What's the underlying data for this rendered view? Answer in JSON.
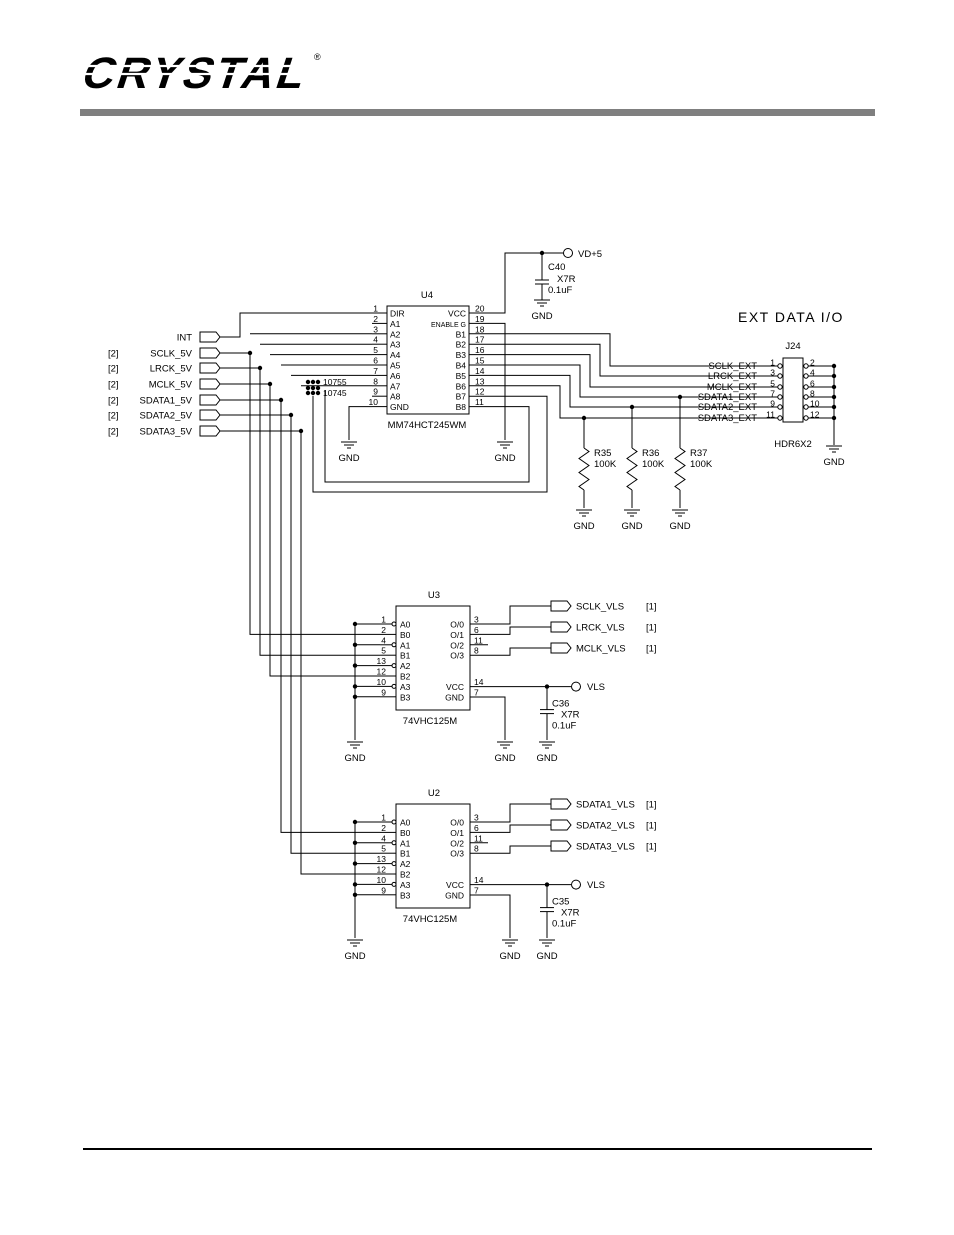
{
  "brand": {
    "logo_text": "CRYSTAL",
    "registered": "®"
  },
  "section_title": "EXT DATA I/O",
  "gnd": "GND",
  "vls": "VLS",
  "vd5": "VD+5",
  "ref1": "[1]",
  "ref2": "[2]",
  "inputs": [
    "INT",
    "SCLK_5V",
    "LRCK_5V",
    "MCLK_5V",
    "SDATA1_5V",
    "SDATA2_5V",
    "SDATA3_5V"
  ],
  "u4": {
    "ref": "U4",
    "part": "MM74HCT245WM",
    "left_pins": [
      {
        "num": "1",
        "name": "DIR"
      },
      {
        "num": "2",
        "name": "A1"
      },
      {
        "num": "3",
        "name": "A2"
      },
      {
        "num": "4",
        "name": "A3"
      },
      {
        "num": "5",
        "name": "A4"
      },
      {
        "num": "6",
        "name": "A5"
      },
      {
        "num": "7",
        "name": "A6"
      },
      {
        "num": "8",
        "name": "A7"
      },
      {
        "num": "9",
        "name": "A8"
      },
      {
        "num": "10",
        "name": "GND"
      }
    ],
    "right_pins": [
      {
        "num": "20",
        "name": "VCC"
      },
      {
        "num": "19",
        "name": "ENABLE G"
      },
      {
        "num": "18",
        "name": "B1"
      },
      {
        "num": "17",
        "name": "B2"
      },
      {
        "num": "16",
        "name": "B3"
      },
      {
        "num": "15",
        "name": "B4"
      },
      {
        "num": "14",
        "name": "B5"
      },
      {
        "num": "13",
        "name": "B6"
      },
      {
        "num": "12",
        "name": "B7"
      },
      {
        "num": "11",
        "name": "B8"
      }
    ],
    "net_tags": [
      "10755",
      "10745"
    ]
  },
  "c40": {
    "ref": "C40",
    "type": "X7R",
    "value": "0.1uF"
  },
  "j24": {
    "ref": "J24",
    "part": "HDR6X2",
    "signals": [
      {
        "name": "SCLK_EXT",
        "pin": "1",
        "pin2": "2"
      },
      {
        "name": "LRCK_EXT",
        "pin": "3",
        "pin2": "4"
      },
      {
        "name": "MCLK_EXT",
        "pin": "5",
        "pin2": "6"
      },
      {
        "name": "SDATA1_EXT",
        "pin": "7",
        "pin2": "8"
      },
      {
        "name": "SDATA2_EXT",
        "pin": "9",
        "pin2": "10"
      },
      {
        "name": "SDATA3_EXT",
        "pin": "11",
        "pin2": "12"
      }
    ]
  },
  "resistors": [
    {
      "ref": "R35",
      "value": "100K"
    },
    {
      "ref": "R36",
      "value": "100K"
    },
    {
      "ref": "R37",
      "value": "100K"
    }
  ],
  "u3": {
    "ref": "U3",
    "part": "74VHC125M",
    "left_pins": [
      {
        "num": "1",
        "name": "A0"
      },
      {
        "num": "2",
        "name": "B0"
      },
      {
        "num": "4",
        "name": "A1"
      },
      {
        "num": "5",
        "name": "B1"
      },
      {
        "num": "13",
        "name": "A2"
      },
      {
        "num": "12",
        "name": "B2"
      },
      {
        "num": "10",
        "name": "A3"
      },
      {
        "num": "9",
        "name": "B3"
      }
    ],
    "right_pins": [
      {
        "num": "3",
        "name": "O/0"
      },
      {
        "num": "6",
        "name": "O/1"
      },
      {
        "num": "11",
        "name": "O/2"
      },
      {
        "num": "8",
        "name": "O/3"
      },
      {
        "num": "14",
        "name": "VCC"
      },
      {
        "num": "7",
        "name": "GND"
      }
    ],
    "outputs": [
      "SCLK_VLS",
      "LRCK_VLS",
      "MCLK_VLS"
    ]
  },
  "c36": {
    "ref": "C36",
    "type": "X7R",
    "value": "0.1uF"
  },
  "u2": {
    "ref": "U2",
    "part": "74VHC125M",
    "left_pins": [
      {
        "num": "1",
        "name": "A0"
      },
      {
        "num": "2",
        "name": "B0"
      },
      {
        "num": "4",
        "name": "A1"
      },
      {
        "num": "5",
        "name": "B1"
      },
      {
        "num": "13",
        "name": "A2"
      },
      {
        "num": "12",
        "name": "B2"
      },
      {
        "num": "10",
        "name": "A3"
      },
      {
        "num": "9",
        "name": "B3"
      }
    ],
    "right_pins": [
      {
        "num": "3",
        "name": "O/0"
      },
      {
        "num": "6",
        "name": "O/1"
      },
      {
        "num": "11",
        "name": "O/2"
      },
      {
        "num": "8",
        "name": "O/3"
      },
      {
        "num": "14",
        "name": "VCC"
      },
      {
        "num": "7",
        "name": "GND"
      }
    ],
    "outputs": [
      "SDATA1_VLS",
      "SDATA2_VLS",
      "SDATA3_VLS"
    ]
  },
  "c35": {
    "ref": "C35",
    "type": "X7R",
    "value": "0.1uF"
  }
}
